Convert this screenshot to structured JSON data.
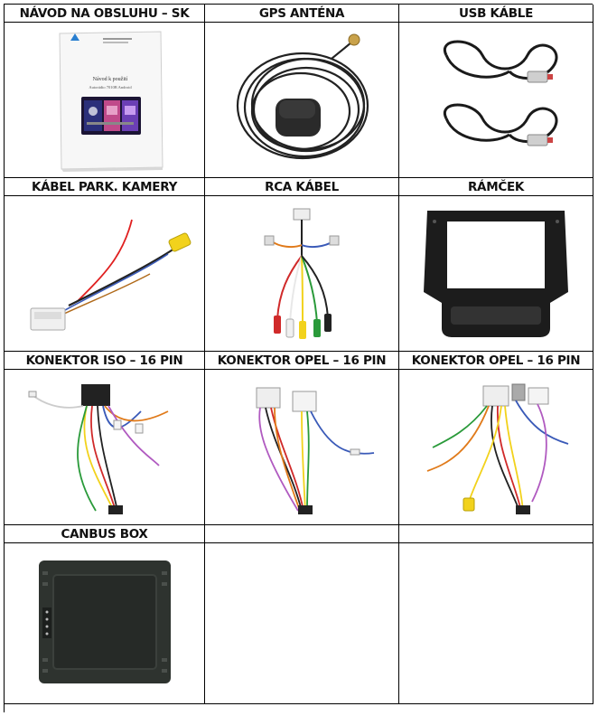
{
  "items": [
    {
      "title": "NÁVOD NA OBSLUHU – SK",
      "icon": "manual-booklet"
    },
    {
      "title": "GPS ANTÉNA",
      "icon": "gps-antenna"
    },
    {
      "title": "USB KÁBLE",
      "icon": "usb-cables"
    },
    {
      "title": "KÁBEL PARK. KAMERY",
      "icon": "parking-camera-cable"
    },
    {
      "title": "RCA KÁBEL",
      "icon": "rca-cable"
    },
    {
      "title": "RÁMČEK",
      "icon": "dash-frame"
    },
    {
      "title": "KONEKTOR ISO – 16 PIN",
      "icon": "iso-connector-harness"
    },
    {
      "title": "KONEKTOR OPEL – 16 PIN",
      "icon": "opel-connector-harness"
    },
    {
      "title": "KONEKTOR OPEL – 16 PIN",
      "icon": "opel-connector-harness-camera"
    },
    {
      "title": "CANBUS BOX",
      "icon": "canbus-box"
    },
    {
      "title": "",
      "icon": ""
    },
    {
      "title": "",
      "icon": ""
    }
  ],
  "manual": {
    "heading": "Návod k použití",
    "subheading": "Autorádio 7010B Android"
  }
}
